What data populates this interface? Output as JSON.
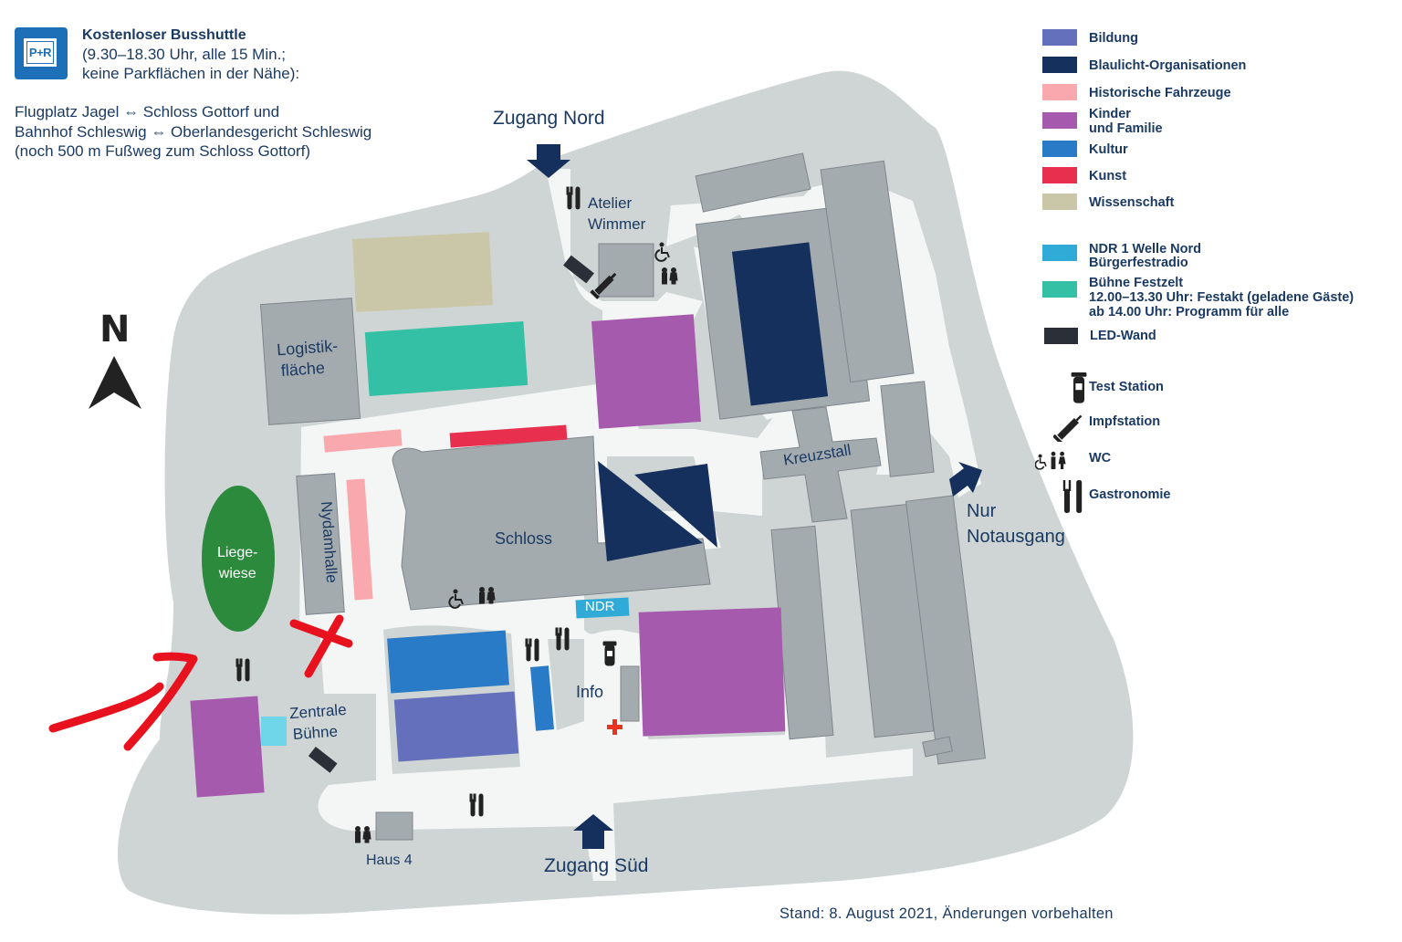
{
  "shuttle": {
    "title": "Kostenloser Busshuttle",
    "line1": "(9.30–18.30 Uhr, alle 15 Min.;",
    "line2": "keine Parkflächen in der Nähe):",
    "pr_icon": "P+R",
    "route1": "Flugplatz Jagel ⇔ Schloss Gottorf und",
    "route2": "Bahnhof Schleswig ⇔ Oberlandesgericht Schleswig",
    "route3": "(noch 500 m Fußweg zum Schloss Gottorf)"
  },
  "legend": {
    "items": [
      {
        "label": "Bildung",
        "color": "#6470bb"
      },
      {
        "label": "Blaulicht-Organisationen",
        "color": "#15305d"
      },
      {
        "label": "Historische Fahrzeuge",
        "color": "#f9a9ad"
      },
      {
        "label": "Kinder",
        "label2": "und Familie",
        "color": "#a65aad"
      },
      {
        "label": "Kultur",
        "color": "#2a7bc7"
      },
      {
        "label": "Kunst",
        "color": "#e8304e"
      },
      {
        "label": "Wissenschaft",
        "color": "#c9c7a8"
      },
      {
        "label": "NDR 1 Welle Nord",
        "label2": "Bürgerfestradio",
        "color": "#30aad6"
      },
      {
        "label": "Bühne Festzelt",
        "label2": "12.00–13.30 Uhr: Festakt (geladene Gäste)",
        "label3": "ab 14.00 Uhr: Programm für alle",
        "color": "#34c0a5"
      },
      {
        "label": "LED-Wand",
        "color": "#2a2f38"
      }
    ],
    "icons": [
      {
        "label": "Test Station",
        "icon": "test-station-icon"
      },
      {
        "label": "Impfstation",
        "icon": "syringe-icon"
      },
      {
        "label": "WC",
        "icon": "wc-icon"
      },
      {
        "label": "Gastronomie",
        "icon": "cutlery-icon"
      }
    ]
  },
  "compass": {
    "letter": "N"
  },
  "map_labels": {
    "zugang_nord": "Zugang Nord",
    "zugang_sued": "Zugang Süd",
    "atelier": "Atelier",
    "atelier2": "Wimmer",
    "logistik": "Logistik-",
    "logistik2": "fläche",
    "liegewiese": "Liege-",
    "liegewiese2": "wiese",
    "nydamhalle": "Nydamhalle",
    "schloss": "Schloss",
    "ndr": "NDR",
    "kreuzstall": "Kreuzstall",
    "nur": "Nur",
    "notausgang": "Notausgang",
    "zentrale": "Zentrale",
    "buehne": "Bühne",
    "info": "Info",
    "haus4": "Haus 4"
  },
  "footer": {
    "stand": "Stand: 8. August 2021, Änderungen vorbehalten"
  },
  "colors": {
    "grounds": "#cfd5d4",
    "paths": "#f4f5f5",
    "building": "#a3abaf",
    "building_stroke": "#7f878c",
    "meadow": "#2c8a3d",
    "marker": "#e8121f",
    "buehne_blue": "#6fd6ea"
  }
}
